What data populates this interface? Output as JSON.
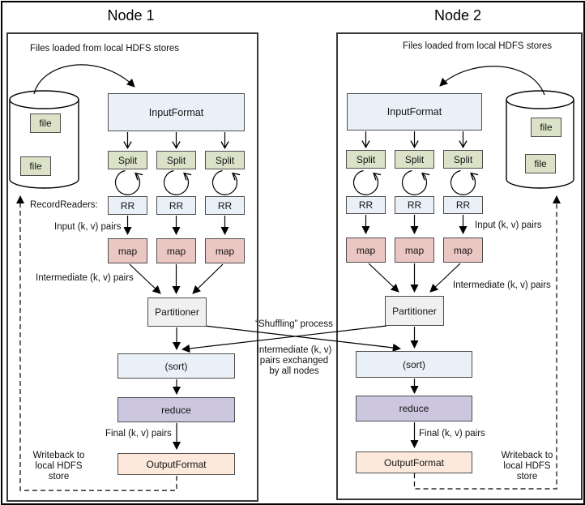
{
  "diagram": {
    "node1": {
      "title": "Node 1",
      "files_loaded_label": "Files loaded from local HDFS stores",
      "record_readers_label": "RecordReaders:",
      "input_pairs_label": "Input (k, v) pairs",
      "intermediate_pairs_label": "Intermediate (k, v) pairs",
      "final_pairs_label": "Final (k, v) pairs",
      "writeback_label": "Writeback to\nlocal HDFS\nstore",
      "file_label": "file",
      "input_format": "InputFormat",
      "split": "Split",
      "rr": "RR",
      "map": "map",
      "partitioner": "Partitioner",
      "sort": "(sort)",
      "reduce": "reduce",
      "output_format": "OutputFormat"
    },
    "node2": {
      "title": "Node 2",
      "files_loaded_label": "Files loaded from local HDFS stores",
      "input_pairs_label": "Input (k, v) pairs",
      "intermediate_pairs_label": "Intermediate (k, v) pairs",
      "final_pairs_label": "Final (k, v) pairs",
      "writeback_label": "Writeback to\nlocal HDFS\nstore",
      "file_label": "file",
      "input_format": "InputFormat",
      "split": "Split",
      "rr": "RR",
      "map": "map",
      "partitioner": "Partitioner",
      "sort": "(sort)",
      "reduce": "reduce",
      "output_format": "OutputFormat"
    },
    "center": {
      "shuffling_label": "“Shuffling” process",
      "exchange_label": "Intermediate (k, v)\npairs exchanged\nby all nodes"
    },
    "colors": {
      "box_blue": "#EAF0F7",
      "box_green": "#DCE2C8",
      "box_pink": "#EBC7C3",
      "box_gray": "#F0F0F0",
      "box_purple": "#CCC6DF",
      "box_peach": "#FCE9DB",
      "line": "#000000",
      "box_border": "#4e4e4e"
    }
  }
}
